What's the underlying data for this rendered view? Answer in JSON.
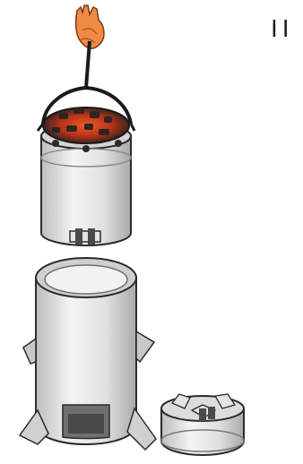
{
  "step_label": "II",
  "colors": {
    "metal_light": "#eeeeee",
    "metal_mid": "#d6d6d6",
    "metal_dark": "#9e9e9e",
    "outline": "#2b2b2b",
    "coal": "#3a2a24",
    "ember": "#e2481c",
    "hand": "#f08b45"
  },
  "illustration": {
    "items": [
      "hand-with-lifting-handle",
      "charcoal-chimney-starter",
      "hot-coals",
      "smoker-body-with-handles",
      "vent-opening",
      "grill-grate-stand"
    ]
  }
}
